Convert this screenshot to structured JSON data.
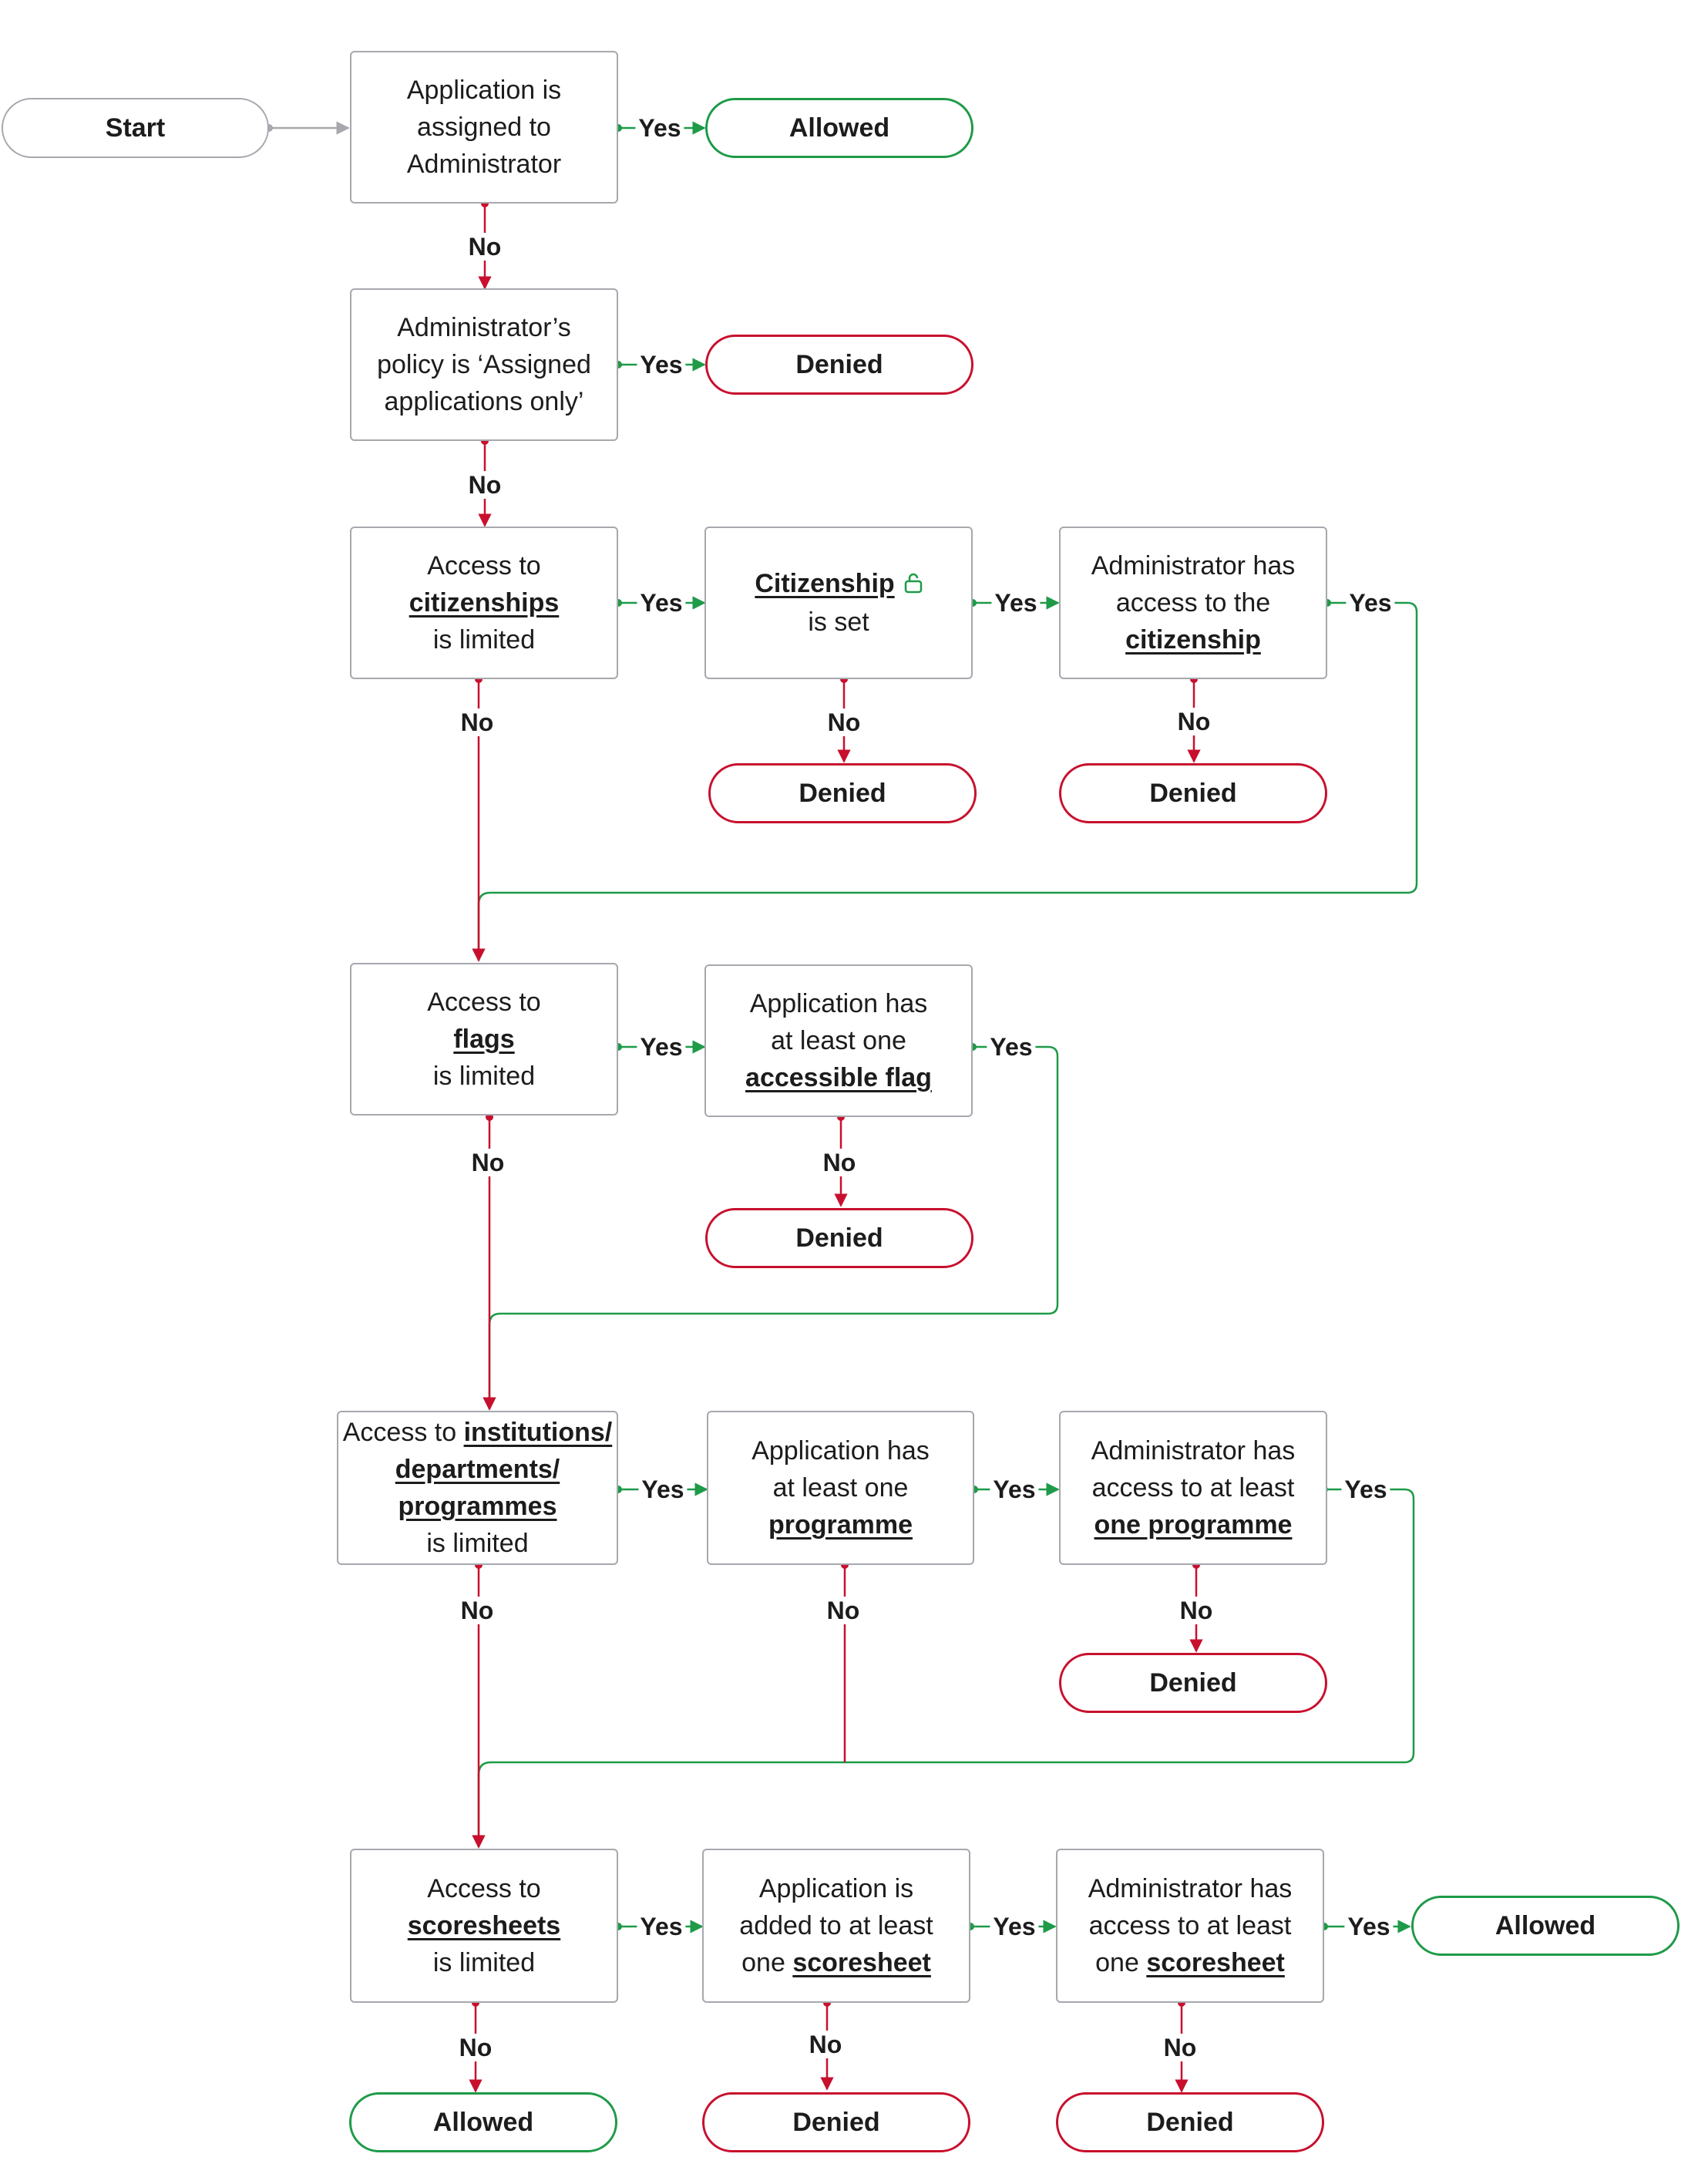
{
  "colors": {
    "yes": "#1e9a48",
    "no": "#c8102e",
    "neutral": "#a7a8ae",
    "text": "#1c1c1c"
  },
  "edge_labels": {
    "yes": "Yes",
    "no": "No"
  },
  "terminals": {
    "start": "Start",
    "allowed": "Allowed",
    "denied": "Denied"
  },
  "nodes": {
    "assigned": {
      "lines": [
        [
          "Application is"
        ],
        [
          "assigned to"
        ],
        [
          "Administrator"
        ]
      ]
    },
    "policy": {
      "lines": [
        [
          "Administrator’s"
        ],
        [
          "policy is ‘Assigned"
        ],
        [
          "applications only’"
        ]
      ]
    },
    "cit_limited": {
      "lines": [
        [
          "Access to"
        ],
        [
          "",
          "citizenships"
        ],
        [
          "is limited"
        ]
      ]
    },
    "cit_set": {
      "lines": [
        [
          "",
          "Citizenship"
        ],
        [
          "is set"
        ]
      ],
      "icon": "unlock-icon"
    },
    "cit_access": {
      "lines": [
        [
          "Administrator has"
        ],
        [
          "access to the"
        ],
        [
          "",
          "citizenship"
        ]
      ]
    },
    "flags_limited": {
      "lines": [
        [
          "Access to"
        ],
        [
          "",
          "flags"
        ],
        [
          "is limited"
        ]
      ]
    },
    "flags_has": {
      "lines": [
        [
          "Application has"
        ],
        [
          "at least one"
        ],
        [
          "",
          "accessible flag"
        ]
      ]
    },
    "inst_limited": {
      "lines": [
        [
          "Access to ",
          "institutions/"
        ],
        [
          "",
          "departments/"
        ],
        [
          "",
          "programmes"
        ],
        [
          "is limited"
        ]
      ]
    },
    "prog_has": {
      "lines": [
        [
          "Application has"
        ],
        [
          "at least one"
        ],
        [
          "",
          "programme"
        ]
      ]
    },
    "prog_access": {
      "lines": [
        [
          "Administrator has"
        ],
        [
          "access to at least"
        ],
        [
          "",
          "one programme"
        ]
      ]
    },
    "score_limited": {
      "lines": [
        [
          "Access to"
        ],
        [
          "",
          "scoresheets"
        ],
        [
          "is limited"
        ]
      ]
    },
    "score_added": {
      "lines": [
        [
          "Application is"
        ],
        [
          "added to at least"
        ],
        [
          "one ",
          "scoresheet"
        ]
      ]
    },
    "score_access": {
      "lines": [
        [
          "Administrator has"
        ],
        [
          "access to at least"
        ],
        [
          "one ",
          "scoresheet"
        ]
      ]
    }
  }
}
